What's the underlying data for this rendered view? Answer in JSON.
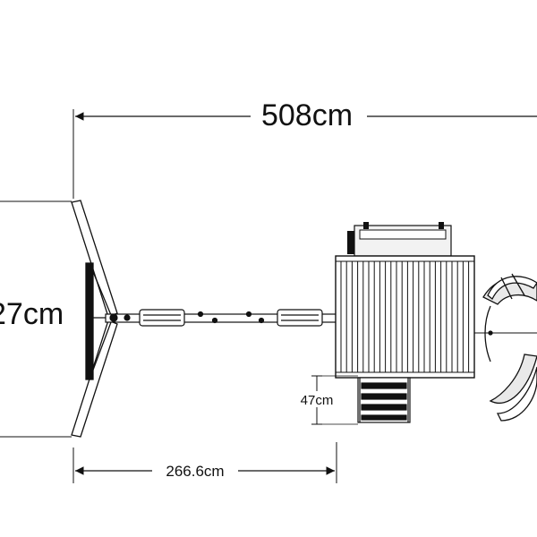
{
  "dimensions": {
    "overall_length": "508cm",
    "depth_partial": "27cm",
    "swing_beam_length": "266.6cm",
    "deck_height": "47cm"
  },
  "colors": {
    "line": "#111111",
    "light_fill": "#f2f2f2",
    "slide_fill": "#e9e9e9"
  }
}
